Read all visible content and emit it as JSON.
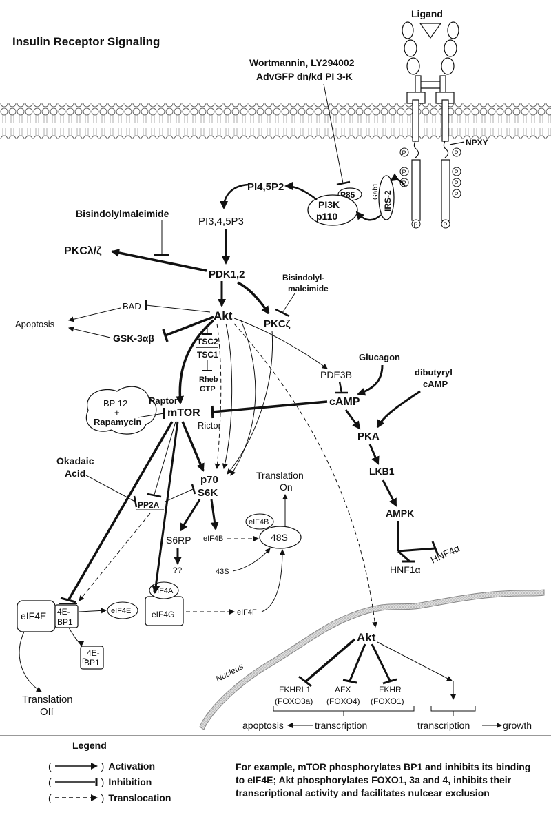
{
  "title": "Insulin Receptor Signaling",
  "receptor": {
    "ligand": "Ligand",
    "npxy": "NPXY",
    "p_label": "P",
    "gab1": "Gab1",
    "irs2": "IRS-2"
  },
  "inhibitors": {
    "wortmannin_line1": "Wortmannin, LY294002",
    "wortmannin_line2": "AdvGFP dn/kd PI 3-K",
    "bisindolylmaleimide": "Bisindolylmaleimide",
    "bisindolyl_line1": "Bisindolyl-",
    "bisindolyl_line2": "maleimide",
    "okadaic_line1": "Okadaic",
    "okadaic_line2": "Acid",
    "bp12": "BP 12",
    "plus": "+",
    "rapamycin": "Rapamycin"
  },
  "nodes": {
    "p85": "P85",
    "pi3k": "PI3K",
    "p110": "p110",
    "pi45p2": "PI4,5P2",
    "pi345p3": "PI3,4,5P3",
    "pkc_lz": "PKCλ/ζ",
    "pdk12": "PDK1,2",
    "bad": "BAD",
    "apoptosis": "Apoptosis",
    "gsk3": "GSK-3αβ",
    "akt": "Akt",
    "pkcz": "PKCζ",
    "tsc2": "TSC2",
    "tsc1": "TSC1",
    "rheb": "Rheb",
    "gtp": "GTP",
    "pde3b": "PDE3B",
    "glucagon": "Glucagon",
    "dibutyryl": "dibutyryl",
    "camp_small": "cAMP",
    "camp": "cAMP",
    "raptor": "Raptor",
    "mtor": "mTOR",
    "rictor": "Rictor",
    "pka": "PKA",
    "lkb1": "LKB1",
    "ampk": "AMPK",
    "hnf1a": "HNF1α",
    "hnf4a": "HNF4α",
    "p70": "p70",
    "s6k": "S6K",
    "pp2a": "PP2A",
    "translation_on_1": "Translation",
    "translation_on_2": "On",
    "eif4b_top": "eIF4B",
    "s48": "48S",
    "s6rp": "S6RP",
    "qq": "??",
    "eif4b": "eIF4B",
    "s43": "43S",
    "eif4e": "eIF4E",
    "bp1_4e": "4E-",
    "bp1": "BP1",
    "eif4e_small": "eIF4E",
    "eif4a": "eIF4A",
    "eif4g": "eIF4G",
    "eif4f": "eIF4F",
    "p4ebp1_p": "P",
    "p4ebp1_4e": "4E-",
    "p4ebp1_bp1": "BP1",
    "translation_off_1": "Translation",
    "translation_off_2": "Off",
    "nucleus": "Nucleus",
    "akt_nuc": "Akt",
    "fkhrl1": "FKHRL1",
    "foxo3a": "(FOXO3a)",
    "afx": "AFX",
    "foxo4": "(FOXO4)",
    "fkhr": "FKHR",
    "foxo1": "(FOXO1)",
    "apoptosis_nuc": "apoptosis",
    "transcription_1": "transcription",
    "transcription_2": "transcription",
    "growth": "growth"
  },
  "legend": {
    "title": "Legend",
    "paren_open": "(",
    "paren_close": ")",
    "activation": "Activation",
    "inhibition": "Inhibition",
    "translocation": "Translocation",
    "note": "For example, mTOR phosphorylates BP1 and inhibits its binding to eIF4E; Akt phosphorylates FOXO1, 3a and 4,  inhibits their transcriptional activity and facilitates nulcear exclusion"
  }
}
